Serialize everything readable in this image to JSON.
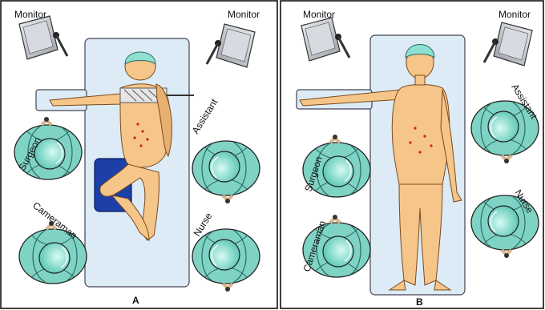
{
  "panels": {
    "A": {
      "letter": "A",
      "labels": {
        "monitor_left": "Monitor",
        "monitor_right": "Monitor",
        "surgeon": "Surgeon",
        "cameraman": "Cameraman",
        "assistant": "Assistant",
        "nurse": "Nurse"
      }
    },
    "B": {
      "letter": "B",
      "labels": {
        "monitor_left": "Monitor",
        "monitor_right": "Monitor",
        "surgeon": "Surgeon",
        "cameraman": "Cameraman",
        "assistant": "Assistant",
        "nurse": "Nurse"
      }
    }
  },
  "colors": {
    "table": "#dcebf6",
    "skin": "#f6c58a",
    "gown": "#7fd3c4",
    "cap": "#8fe0d0",
    "bolster": "#1d3fa8",
    "monitor": "#c9ccd2"
  }
}
